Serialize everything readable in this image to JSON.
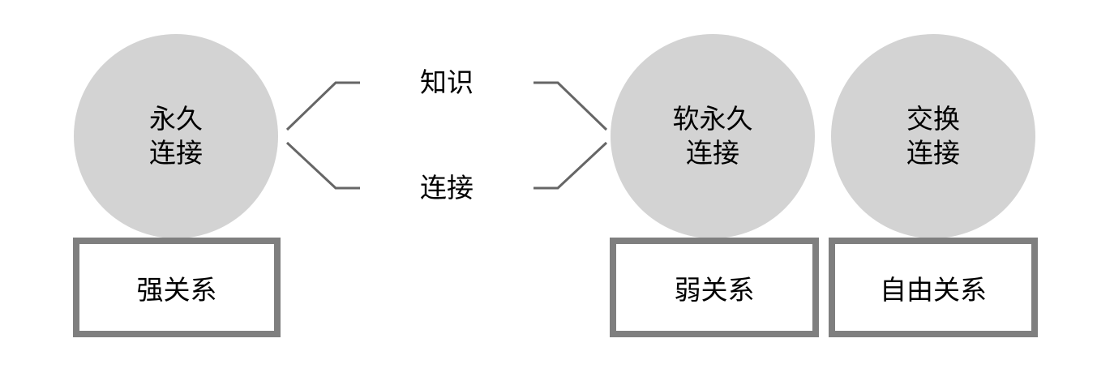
{
  "nodes": [
    {
      "id": "permanent",
      "line1": "永久",
      "line2": "连接",
      "relation": "强关系"
    },
    {
      "id": "semi-permanent",
      "line1": "软永久",
      "line2": "连接",
      "relation": "弱关系"
    },
    {
      "id": "exchange",
      "line1": "交换",
      "line2": "连接",
      "relation": "自由关系"
    }
  ],
  "bridge": {
    "top_label": "知识",
    "bottom_label": "连接"
  },
  "colors": {
    "circle_fill": "#d3d3d3",
    "box_border": "#7f7f7f",
    "line": "#666666"
  }
}
